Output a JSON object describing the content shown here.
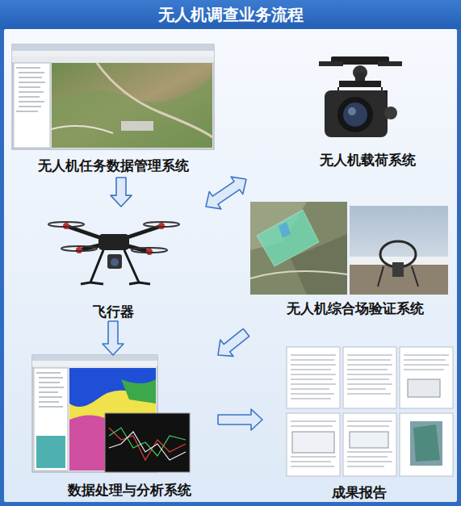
{
  "diagram": {
    "title": "无人机调查业务流程",
    "nodes": [
      {
        "text": [
          "无人机任务数据管理系统"
        ]
      },
      {
        "text": [
          "无人机载荷系统"
        ]
      },
      {
        "text": [
          "飞行器"
        ]
      },
      {
        "text": [
          "无人机综合场验证系统"
        ]
      },
      {
        "text": [
          "数据处理与分析系统"
        ]
      },
      {
        "text": [
          "成果报告"
        ]
      }
    ],
    "edges": [
      {
        "from": 0,
        "to": 2,
        "arrow": "to"
      },
      {
        "from": 1,
        "to": 2,
        "arrow": "both"
      },
      {
        "from": 2,
        "to": 4,
        "arrow": "to"
      },
      {
        "from": 3,
        "to": 4,
        "arrow": "to"
      },
      {
        "from": 4,
        "to": 5,
        "arrow": "to"
      }
    ]
  }
}
